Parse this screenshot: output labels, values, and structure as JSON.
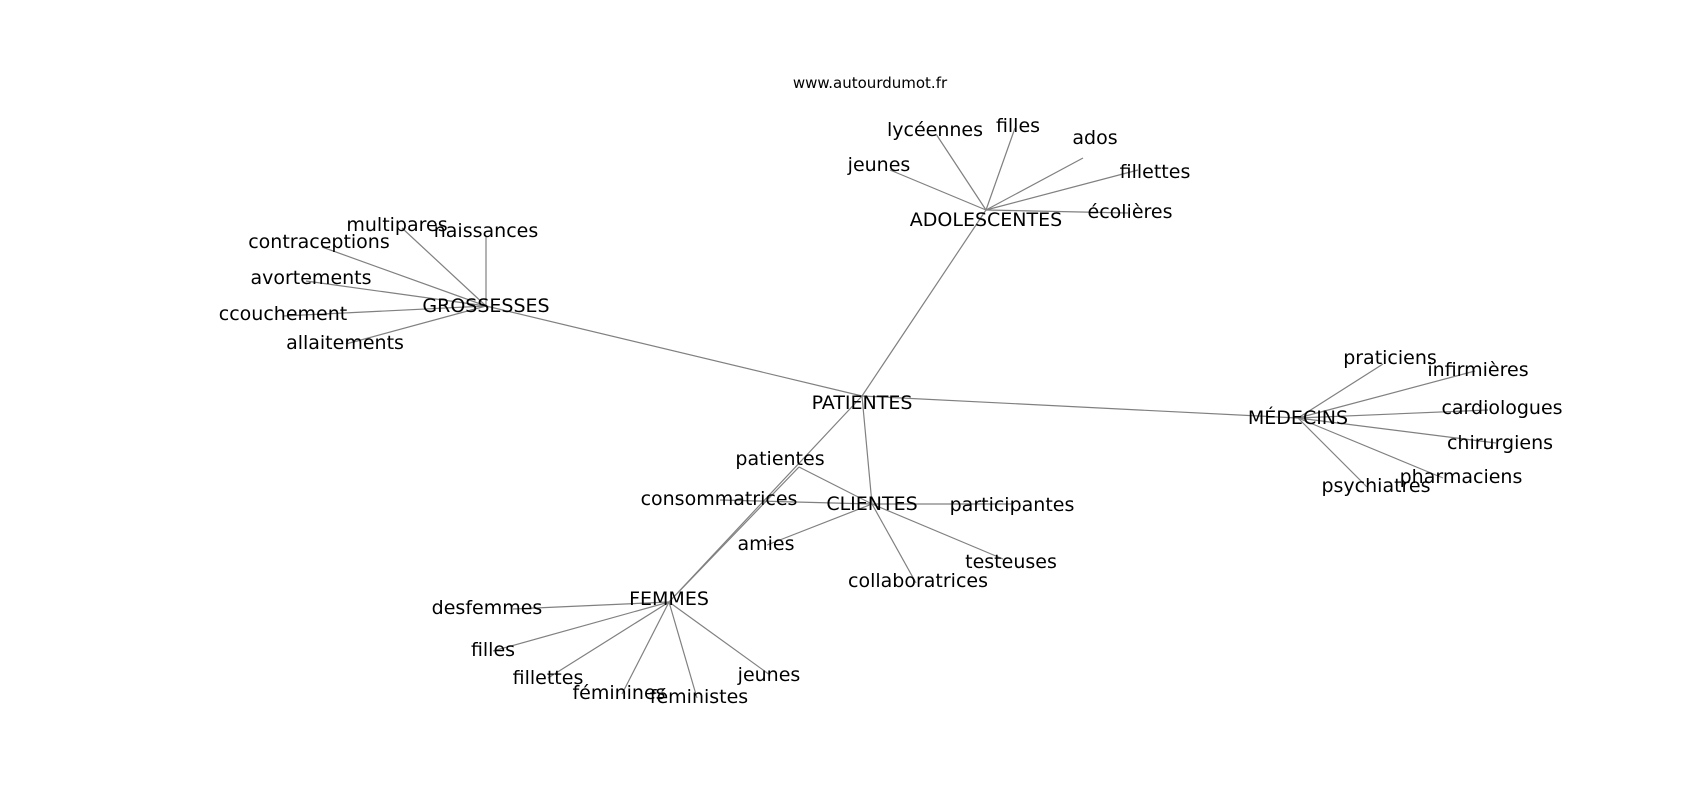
{
  "watermark": "www.autourdumot.fr",
  "graph": {
    "center": "PATIENTES",
    "hubs": [
      {
        "id": "adolescentes",
        "label": "ADOLESCENTES",
        "words": [
          "jeunes",
          "lycéennes",
          "filles",
          "ados",
          "fillettes",
          "écolières"
        ]
      },
      {
        "id": "grossesses",
        "label": "GROSSESSES",
        "words": [
          "multipares",
          "naissances",
          "contraceptions",
          "avortements",
          "ccouchement",
          "allaitements"
        ]
      },
      {
        "id": "medecins",
        "label": "MÉDECINS",
        "words": [
          "praticiens",
          "infirmières",
          "cardiologues",
          "chirurgiens",
          "pharmaciens",
          "psychiatres"
        ]
      },
      {
        "id": "clientes",
        "label": "CLIENTES",
        "words": [
          "patientes",
          "consommatrices",
          "participantes",
          "amies",
          "testeuses",
          "collaboratrices"
        ]
      },
      {
        "id": "femmes",
        "label": "FEMMES",
        "words": [
          "desfemmes",
          "filles",
          "fillettes",
          "féminines",
          "féministes",
          "jeunes"
        ]
      }
    ],
    "extra_edges": [
      {
        "from": "femmes",
        "to": "clientes.patientes"
      }
    ]
  }
}
